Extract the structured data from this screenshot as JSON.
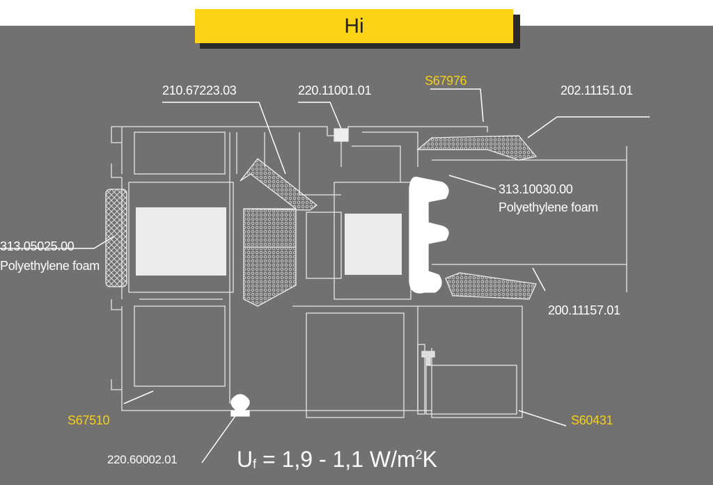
{
  "title": "Hi",
  "labels": {
    "l1": "210.67223.03",
    "l2": "220.11001.01",
    "l3": "S67976",
    "l4": "202.11151.01",
    "l5": "313.10030.00",
    "l5b": "Polyethylene foam",
    "l6": "313.05025.00",
    "l6b": "Polyethylene foam",
    "l7": "200.11157.01",
    "l8": "S67510",
    "l9": "S60431",
    "l10": "220.60002.01"
  },
  "formula": {
    "u": "U",
    "sub": "f",
    "text": " = 1,9 - 1,1 W/m",
    "sup": "2",
    "unit": "K"
  },
  "colors": {
    "background": "#72716f",
    "title_bg": "#fdd415",
    "accent_label": "#f6cf1b"
  }
}
